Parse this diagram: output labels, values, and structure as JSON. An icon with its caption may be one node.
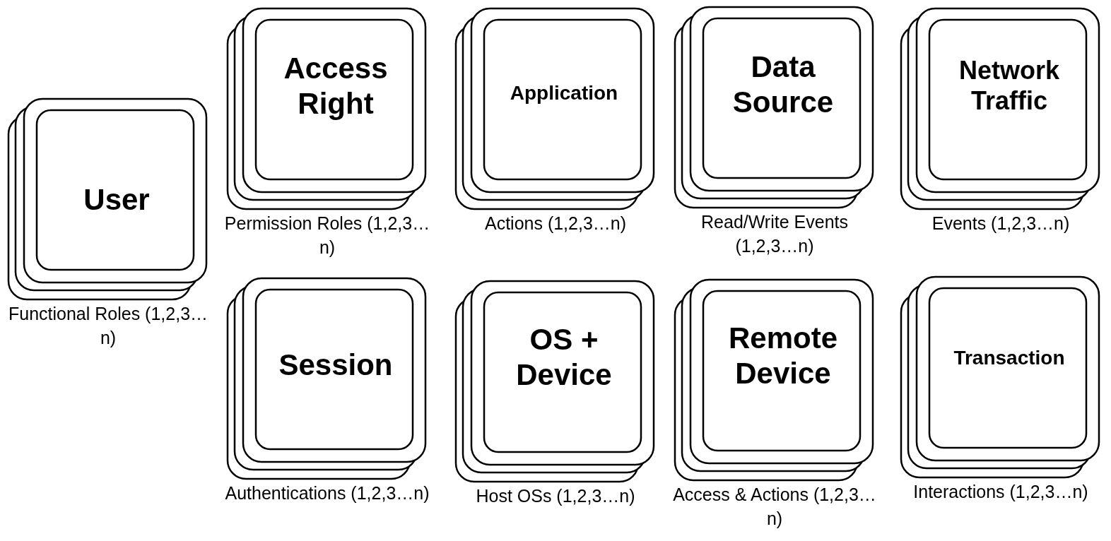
{
  "diagram": {
    "nodes": [
      {
        "text": [
          "User"
        ],
        "beside": [
          "Functional Roles (1,2,3…n)"
        ]
      },
      {
        "text": [
          "Access Right"
        ],
        "beside": [
          "Permission Roles (1,2,3…n)"
        ]
      },
      {
        "text": [
          "Application"
        ],
        "beside": [
          "Actions (1,2,3…n)"
        ]
      },
      {
        "text": [
          "Data Source"
        ],
        "beside": [
          "Read/Write Events (1,2,3…n)"
        ]
      },
      {
        "text": [
          "Network Traffic"
        ],
        "beside": [
          "Events (1,2,3…n)"
        ]
      },
      {
        "text": [
          "Session"
        ],
        "beside": [
          "Authentications (1,2,3…n)"
        ]
      },
      {
        "text": [
          "OS + Device"
        ],
        "beside": [
          "Host OSs (1,2,3…n)"
        ]
      },
      {
        "text": [
          "Remote Device"
        ],
        "beside": [
          "Access & Actions (1,2,3…n)"
        ]
      },
      {
        "text": [
          "Transaction"
        ],
        "beside": [
          "Interactions (1,2,3…n)"
        ]
      }
    ]
  }
}
